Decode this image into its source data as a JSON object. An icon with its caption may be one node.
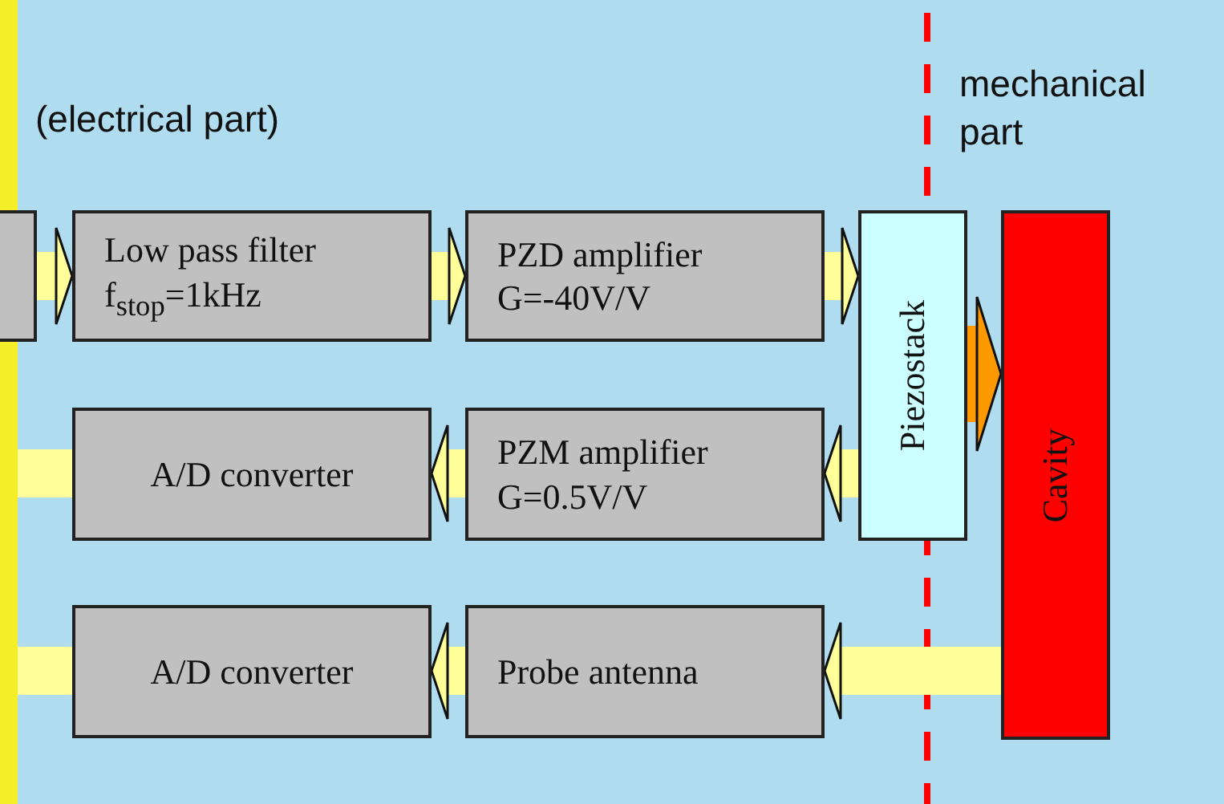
{
  "diagram": {
    "nodes": [
      {
        "text": [],
        "shape": "box"
      },
      {
        "text": [
          "Low pass filter",
          "f$_{stop}$=1kHz"
        ]
      },
      {
        "text": [
          "PZD amplifier",
          "G=-40V/V"
        ]
      },
      {
        "text": [
          "Piezostack"
        ]
      },
      {
        "text": [
          "Cavity"
        ]
      },
      {
        "text": [
          "A/D converter"
        ]
      },
      {
        "text": [
          "PZM amplifier",
          "G=0.5V/V"
        ]
      },
      {
        "text": [
          "A/D converter"
        ]
      },
      {
        "text": [
          "Probe antenna"
        ]
      }
    ],
    "edges": [
      {
        "from": 0,
        "to": 1,
        "arrow": "to"
      },
      {
        "from": 1,
        "to": 2,
        "arrow": "to"
      },
      {
        "from": 2,
        "to": 3,
        "arrow": "to"
      },
      {
        "from": 3,
        "to": 4,
        "arrow": "to",
        "style": "thick",
        "color": "#ff9900"
      },
      {
        "from": 3,
        "to": 6,
        "arrow": "to"
      },
      {
        "from": 6,
        "to": 5,
        "arrow": "to"
      },
      {
        "from": 5,
        "to": null,
        "arrow": "none"
      },
      {
        "from": 4,
        "to": 8,
        "arrow": "to"
      },
      {
        "from": 8,
        "to": 7,
        "arrow": "to"
      },
      {
        "from": 7,
        "to": null,
        "arrow": "none"
      }
    ],
    "labels": [
      "(electrical part)",
      "mechanical part"
    ]
  }
}
